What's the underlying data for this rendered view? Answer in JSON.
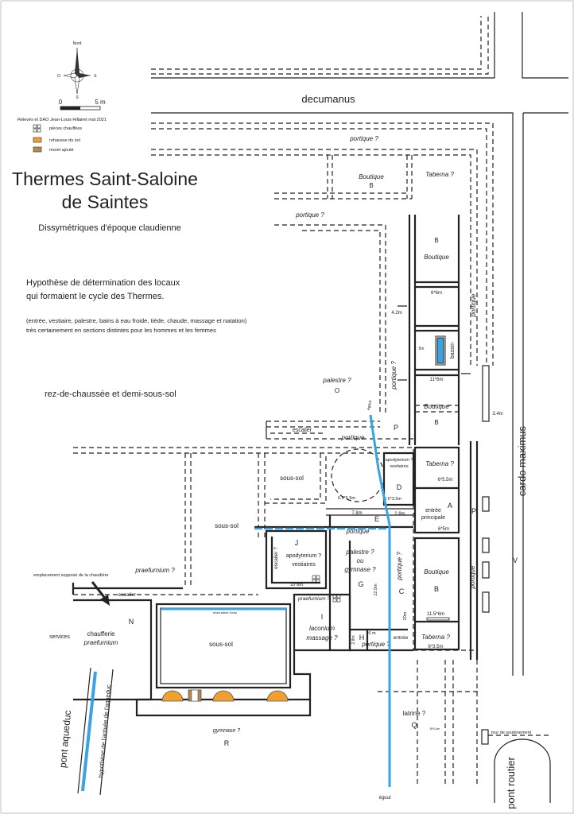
{
  "title_line1": "Thermes Saint-Saloine",
  "title_line2": "de Saintes",
  "subtitle": "Dissymétriques d'époque claudienne",
  "hypothesis_line1": "Hypothèse de détermination des locaux",
  "hypothesis_line2": "qui formaient le cycle des Thermes.",
  "detail_line1": "(entrée, vestiaire, palestre, bains à eau froide, tiède, chaude, massage et natation)",
  "detail_line2": "très certainement en sections distintes pour les hommes et les femmes",
  "level_label": "rez-de-chaussée et demi-sous-sol",
  "credits": "Relevés et DAO Jean-Louis Hillairet mai  2021",
  "compass": {
    "north": "Nord",
    "west": "O",
    "east": "E",
    "south": "S"
  },
  "scale": {
    "zero": "0",
    "five": "5 m"
  },
  "legend": {
    "heated": "pièces chauffées",
    "raised": "rehausse du sol",
    "wall_added": "muret ajouté",
    "colors": {
      "water": "#3aa3e0",
      "raised": "#f0a030",
      "wall_added": "#b8874a"
    }
  },
  "streets": {
    "decumanus": "decumanus",
    "cardo": "cardo maximus",
    "cardo_width": "3.4m",
    "V": "V",
    "pont_routier": "pont routier",
    "pont_aqueduc": "pont aqueduc",
    "aqueduc_hypothesis": "hypothèse de l'arrivée de l'aqueduc",
    "mur_soutenement": "mur de soutènement",
    "egout": "égout"
  },
  "rooms": {
    "portique_top": "portique ?",
    "boutique_b_top": "Boutique",
    "boutique_b_top_letter": "B",
    "taberna_top": "Taberna ?",
    "portique_2": "portique ?",
    "b_right": "B",
    "boutique_right": "Boutique",
    "dim_6x6": "6*6m",
    "dim_4_2": "4.2m",
    "dim_5m": "5m",
    "bassin": "bassin",
    "dim_11x6": "11*6m",
    "portique_vert_1": "portique ?",
    "portique_vert_2": "portique",
    "boutique_b_mid": "Boutique",
    "boutique_b_mid_letter": "B",
    "palestre": "palestre ?",
    "palestre_letter": "O",
    "egout_top": "égout",
    "escalier_top": "escalier",
    "portique_mid": "portique",
    "P_mid": "P",
    "sous_sol_1": "sous-sol",
    "sous_sol_2": "sous-sol",
    "sous_sol_3": "sous-sol",
    "dim_6_5": "6.5*6.5m",
    "apodyterium_d1": "apodyterium ?",
    "apodyterium_d2": "vestiaires",
    "D": "D",
    "dim_6_5x3_5": "6.5*3.5m",
    "taberna_a": "Taberna ?",
    "dim_6x5_5": "6*5.5m",
    "A": "A",
    "entree_principale1": "entrée",
    "entree_principale2": "principale",
    "dim_6x5": "6*5m",
    "P_right": "P",
    "dim_7_8": "7.8m",
    "E": "E",
    "portique_e": "portique",
    "dim_2_8": "2.8m",
    "J": "J",
    "escalier_j": "escalier ?",
    "apodyterium_j1": "apodyterium ?",
    "apodyterium_j2": "vestiaires",
    "dim_10x8": "10*8m",
    "praefurnium_left": "praefurnium ?",
    "palestre_g1": "palestre ?",
    "palestre_g2": "ou",
    "palestre_g3": "gymnase ?",
    "G": "G",
    "dim_12_5": "12.5m",
    "portique_c": "portique ?",
    "C": "C",
    "dim_20": "20m",
    "boutique_b_low": "Boutique",
    "boutique_b_low_letter": "B",
    "dim_11_5x6": "11.5*6m",
    "taberna_low": "Taberna ?",
    "dim_6x3_5": "6*3.5m",
    "emplacement": "emplacement supposé de la chaudière",
    "escalier_n": "escalier",
    "praefurnium_i": "praefurnium ?",
    "I": "I",
    "laconium1": "laconium",
    "laconium2": "massage ?",
    "dim_2_8b": "2.8m",
    "dim_6": "6 m",
    "H": "H",
    "portique_h": "portique ?",
    "entree": "entrée",
    "evacuation": "évacuation d'eau",
    "N": "N",
    "services": "services",
    "chaufferie1": "chaufferie",
    "chaufferie2": "praefurnium",
    "latrine": "latrine ?",
    "Q": "Q",
    "dim_q": "8*5.4m",
    "gymnase_r": "gymnase ?",
    "R": "R"
  }
}
